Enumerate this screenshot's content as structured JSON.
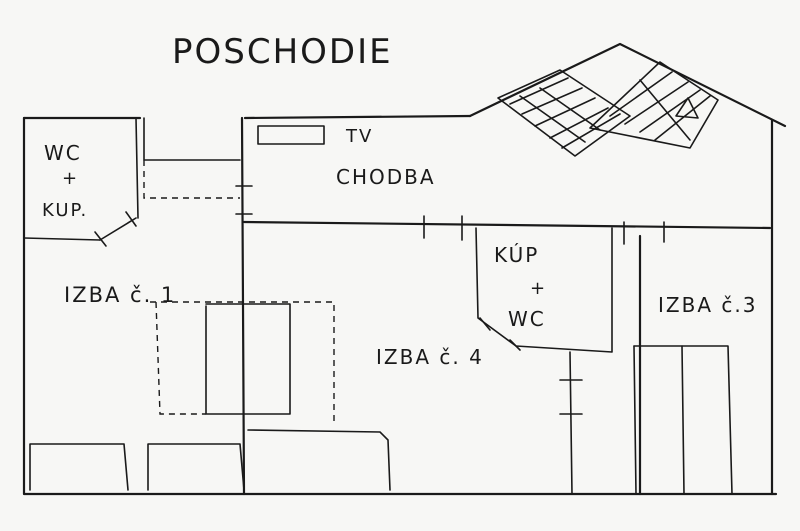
{
  "plan": {
    "title": "POSCHODIE",
    "labels": {
      "tv": "TV",
      "corridor": "CHODBA",
      "wc_top_left": [
        "WC",
        "+",
        "KUP."
      ],
      "bath_room4": [
        "KÚP",
        "+",
        "WC"
      ],
      "room1": "IZBA č. 1",
      "room3": "IZBA č.3",
      "room4": "IZBA č. 4"
    }
  }
}
